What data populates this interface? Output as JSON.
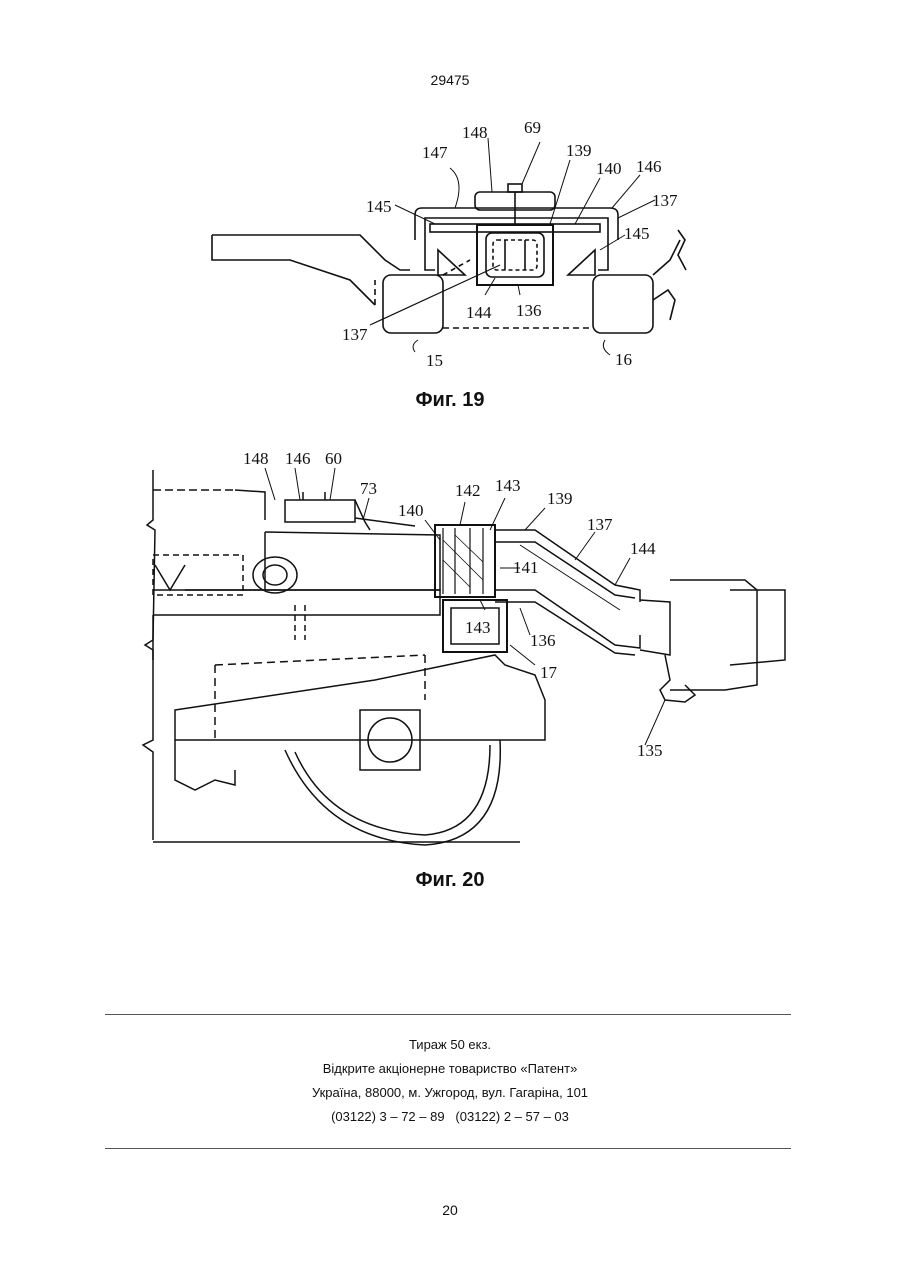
{
  "header": {
    "doc_number": "29475"
  },
  "figure19": {
    "caption": "Фиг. 19",
    "labels": {
      "l148": "148",
      "l69": "69",
      "l147": "147",
      "l139": "139",
      "l140": "140",
      "l146": "146",
      "l137a": "137",
      "l145a": "145",
      "l145b": "145",
      "l137b": "137",
      "l144": "144",
      "l136": "136",
      "l15": "15",
      "l16": "16"
    }
  },
  "figure20": {
    "caption": "Фиг. 20",
    "labels": {
      "l148": "148",
      "l146": "146",
      "l60": "60",
      "l73": "73",
      "l140": "140",
      "l142": "142",
      "l143a": "143",
      "l139": "139",
      "l137": "137",
      "l141": "141",
      "l144": "144",
      "l143b": "143",
      "l136": "136",
      "l17": "17",
      "l135": "135"
    }
  },
  "footer": {
    "line1": "Тираж 50 екз.",
    "line2": "Відкрите акціонерне товариство «Патент»",
    "line3": "Україна, 88000, м. Ужгород, вул. Гагаріна, 101",
    "line4": "(03122) 3 – 72 – 89   (03122) 2 – 57 – 03"
  },
  "page_number": "20"
}
